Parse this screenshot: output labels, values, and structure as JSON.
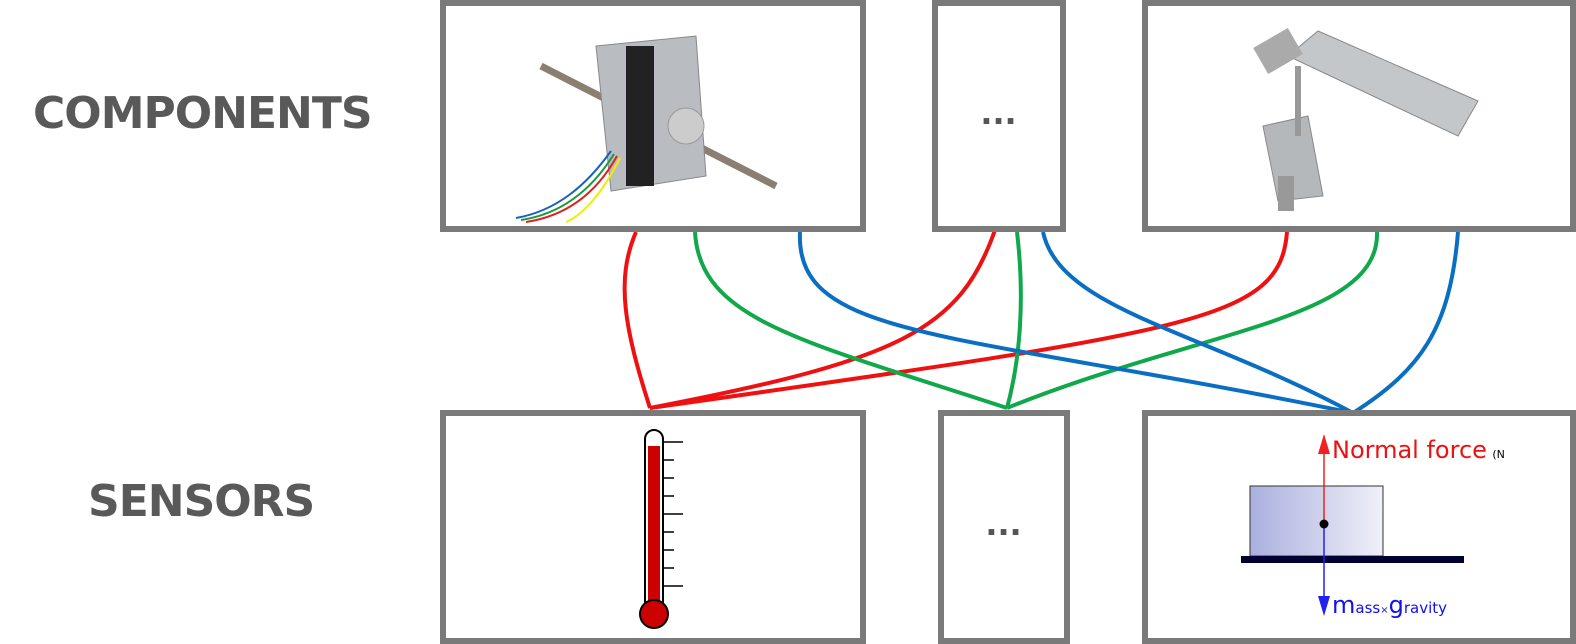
{
  "rows": {
    "components": "COMPONENTS",
    "sensors": "SENSORS"
  },
  "components": [
    {
      "name": "stepper-motor-linear-actuator",
      "type": "image"
    },
    {
      "name": "more-components",
      "text": "..."
    },
    {
      "name": "pneumatic-actuator",
      "type": "image"
    }
  ],
  "sensors": [
    {
      "name": "thermometer",
      "type": "image"
    },
    {
      "name": "more-sensors",
      "text": "..."
    },
    {
      "name": "force-diagram",
      "normal_force": "Normal force",
      "normal_suffix": "(N",
      "weight_m": "m",
      "weight_ass": "ass",
      "weight_x": "×",
      "weight_g": "g",
      "weight_ravity": "ravity"
    }
  ],
  "colors": {
    "red": "#ee1111",
    "green": "#10a84a",
    "blue": "#0a6fc2",
    "border": "#7a7a7a"
  }
}
